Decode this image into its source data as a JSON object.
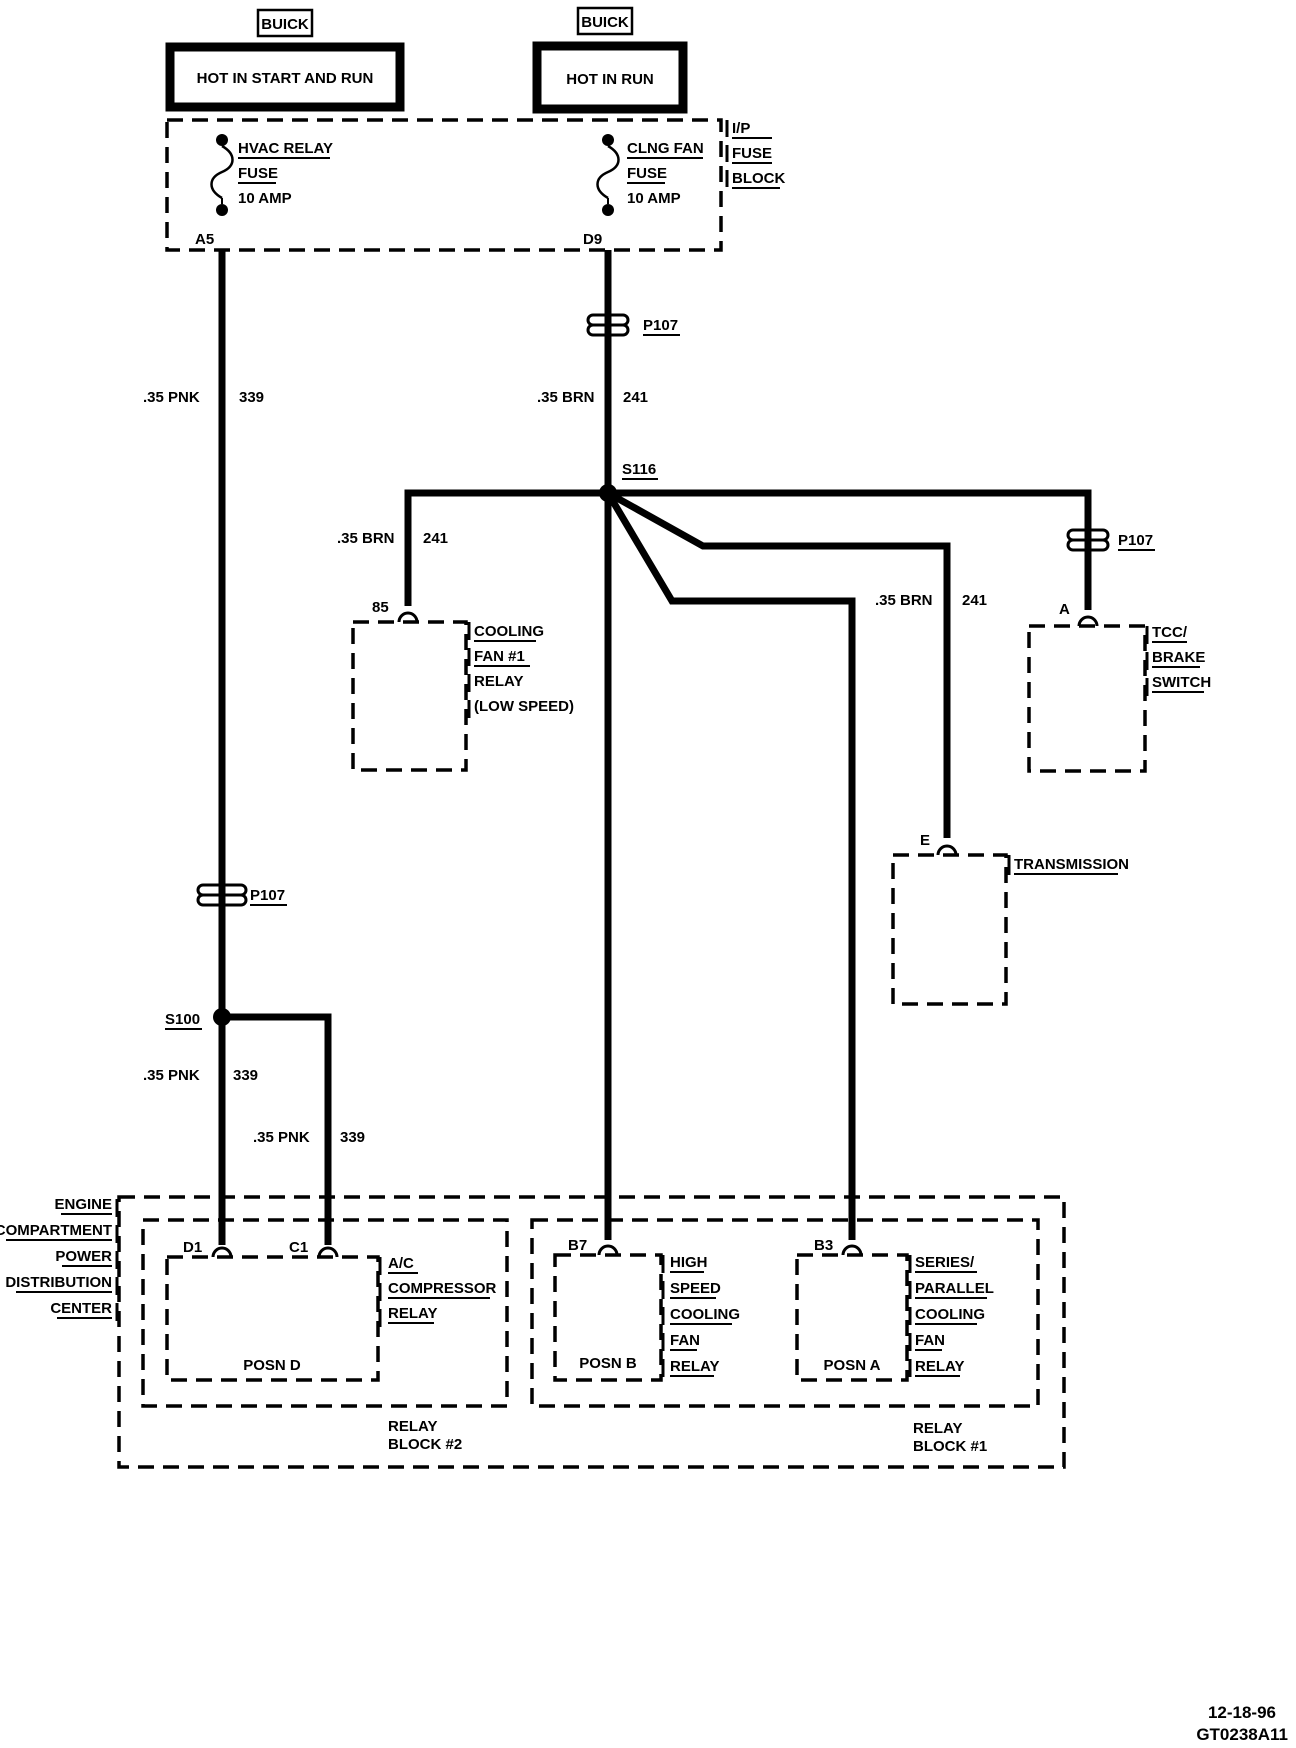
{
  "header": {
    "left": {
      "brand": "BUICK",
      "power": "HOT IN START AND RUN"
    },
    "right": {
      "brand": "BUICK",
      "power": "HOT IN RUN"
    }
  },
  "fuse_block": {
    "name_lines": [
      "I/P",
      "FUSE",
      "BLOCK"
    ],
    "hvac_fuse": {
      "name_lines": [
        "HVAC RELAY",
        "FUSE"
      ],
      "rating": "10 AMP",
      "pin": "A5"
    },
    "clng_fuse": {
      "name_lines": [
        "CLNG FAN",
        "FUSE"
      ],
      "rating": "10 AMP",
      "pin": "D9"
    }
  },
  "connectors": {
    "p107": "P107"
  },
  "splices": {
    "s116": "S116",
    "s100": "S100"
  },
  "wires": {
    "pnk_gauge": ".35 PNK",
    "pnk_circuit": "339",
    "brn_gauge": ".35 BRN",
    "brn_circuit": "241"
  },
  "components": {
    "cooling_fan_1_relay": {
      "pin": "85",
      "name_lines": [
        "COOLING",
        "FAN #1",
        "RELAY",
        "(LOW SPEED)"
      ]
    },
    "tcc_brake_switch": {
      "pin": "A",
      "name_lines": [
        "TCC/",
        "BRAKE",
        "SWITCH"
      ]
    },
    "transmission": {
      "pin": "E",
      "name": "TRANSMISSION"
    },
    "power_dist_center": {
      "name_lines": [
        "ENGINE",
        "COMPARTMENT",
        "POWER",
        "DISTRIBUTION",
        "CENTER"
      ]
    },
    "ac_compressor_relay": {
      "pin_d1": "D1",
      "pin_c1": "C1",
      "name_lines": [
        "A/C",
        "COMPRESSOR",
        "RELAY"
      ],
      "position": "POSN D"
    },
    "high_speed_relay": {
      "pin": "B7",
      "name_lines": [
        "HIGH",
        "SPEED",
        "COOLING",
        "FAN",
        "RELAY"
      ],
      "position": "POSN B"
    },
    "series_parallel_relay": {
      "pin": "B3",
      "name_lines": [
        "SERIES/",
        "PARALLEL",
        "COOLING",
        "FAN",
        "RELAY"
      ],
      "position": "POSN A"
    },
    "relay_block_2": {
      "name_lines": [
        "RELAY",
        "BLOCK #2"
      ]
    },
    "relay_block_1": {
      "name_lines": [
        "RELAY",
        "BLOCK #1"
      ]
    }
  },
  "footer": {
    "date": "12-18-96",
    "code": "GT0238A11"
  }
}
